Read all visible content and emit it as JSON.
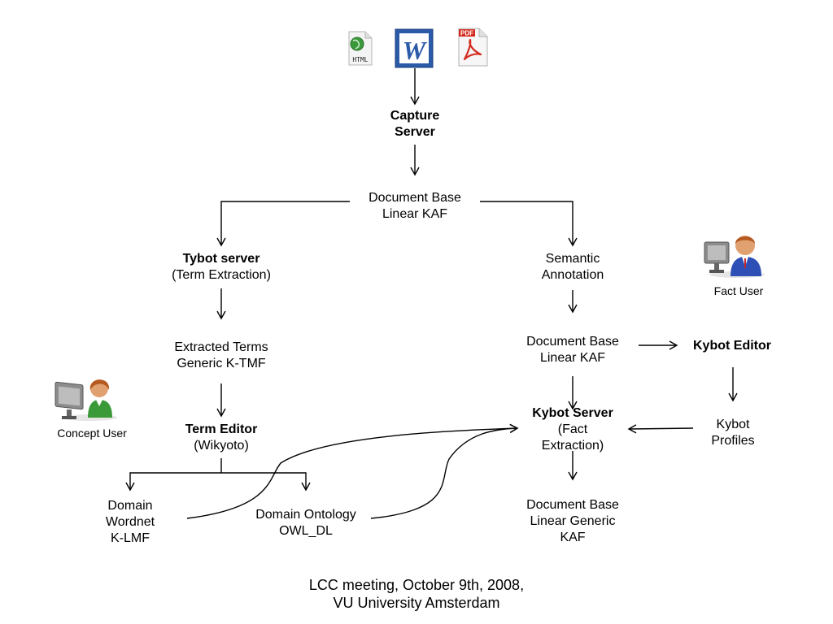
{
  "icons": {
    "html": {
      "name": "html-file-icon",
      "label": "HTML"
    },
    "word": {
      "name": "word-file-icon",
      "letter": "W"
    },
    "pdf": {
      "name": "pdf-file-icon",
      "label": "PDF"
    }
  },
  "nodes": {
    "capture_server": [
      "Capture",
      "Server"
    ],
    "document_base_top": [
      "Document Base",
      "Linear KAF"
    ],
    "tybot_server": {
      "title": "Tybot server",
      "subtitle": "(Term  Extraction)"
    },
    "extracted_terms": [
      "Extracted Terms",
      "Generic K-TMF"
    ],
    "term_editor": {
      "title": "Term Editor",
      "subtitle": "(Wikyoto)"
    },
    "domain_wordnet": [
      "Domain",
      "Wordnet",
      "K-LMF"
    ],
    "domain_ontology": [
      "Domain Ontology",
      "OWL_DL"
    ],
    "semantic_annotation": [
      "Semantic",
      "Annotation"
    ],
    "document_base_mid": [
      "Document Base",
      "Linear KAF"
    ],
    "kybot_editor": "Kybot Editor",
    "kybot_server": {
      "title": "Kybot Server",
      "lines": [
        "(Fact",
        "Extraction)"
      ]
    },
    "kybot_profiles": [
      "Kybot",
      "Profiles"
    ],
    "document_base_bottom": [
      "Document Base",
      "Linear  Generic",
      "KAF"
    ]
  },
  "users": {
    "fact_user": "Fact User",
    "concept_user": "Concept User"
  },
  "footer": [
    "LCC meeting, October 9th, 2008,",
    "VU University Amsterdam"
  ],
  "colors": {
    "word_blue": "#2b5aa8",
    "pdf_red": "#d42a1e",
    "html_globe": "#3a9a3a",
    "fact_user_shirt": "#2e4fb5",
    "concept_user_shirt": "#3a9a3a"
  }
}
